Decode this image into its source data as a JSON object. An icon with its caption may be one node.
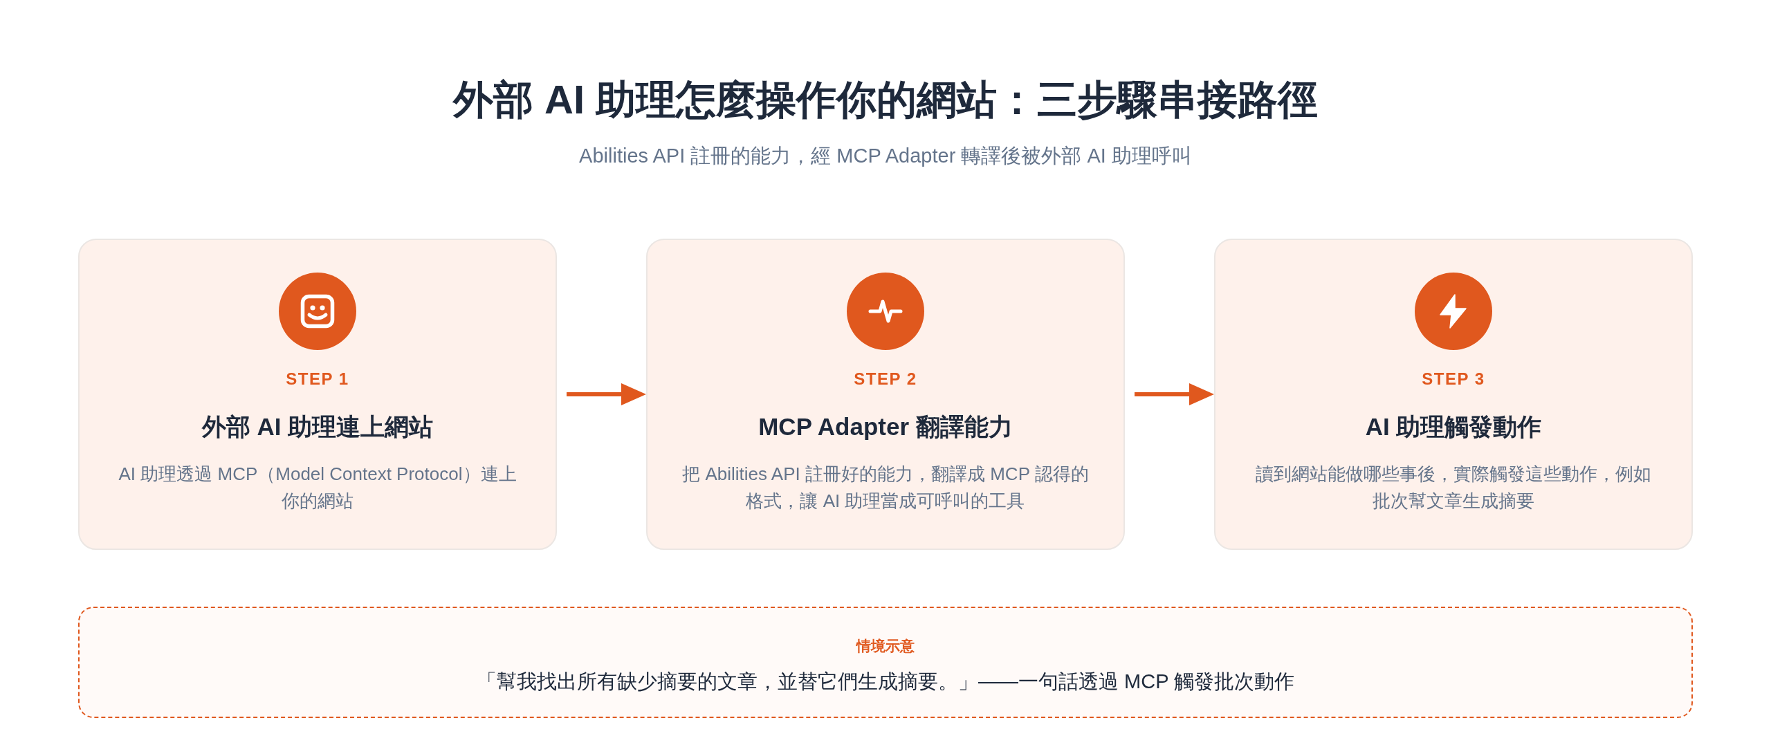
{
  "diagram": {
    "title": "外部 AI 助理怎麼操作你的網站：三步驟串接路徑",
    "nodes": [
      {
        "text": [
          "STEP 1",
          "外部 AI 助理連上網站",
          "AI 助理透過 MCP（Model Context Protocol）連上你的網站"
        ]
      },
      {
        "text": [
          "STEP 2",
          "MCP Adapter 翻譯能力",
          "把 Abilities API 註冊好的能力，翻譯成 MCP 認得的格式，讓 AI 助理當成可呼叫的工具"
        ]
      },
      {
        "text": [
          "STEP 3",
          "AI 助理觸發動作",
          "讀到網站能做哪些事後，實際觸發這些動作，例如批次幫文章生成摘要"
        ]
      },
      {
        "text": [
          "情境示意",
          "「幫我找出所有缺少摘要的文章，並替它們生成摘要。」——一句話透過 MCP 觸發批次動作"
        ]
      }
    ],
    "edges": [
      {
        "from": 0,
        "to": 1,
        "arrow": "to"
      },
      {
        "from": 1,
        "to": 2,
        "arrow": "to"
      }
    ],
    "labels": [
      "Abilities API 註冊的能力，經 MCP Adapter 轉譯後被外部 AI 助理呼叫"
    ]
  }
}
